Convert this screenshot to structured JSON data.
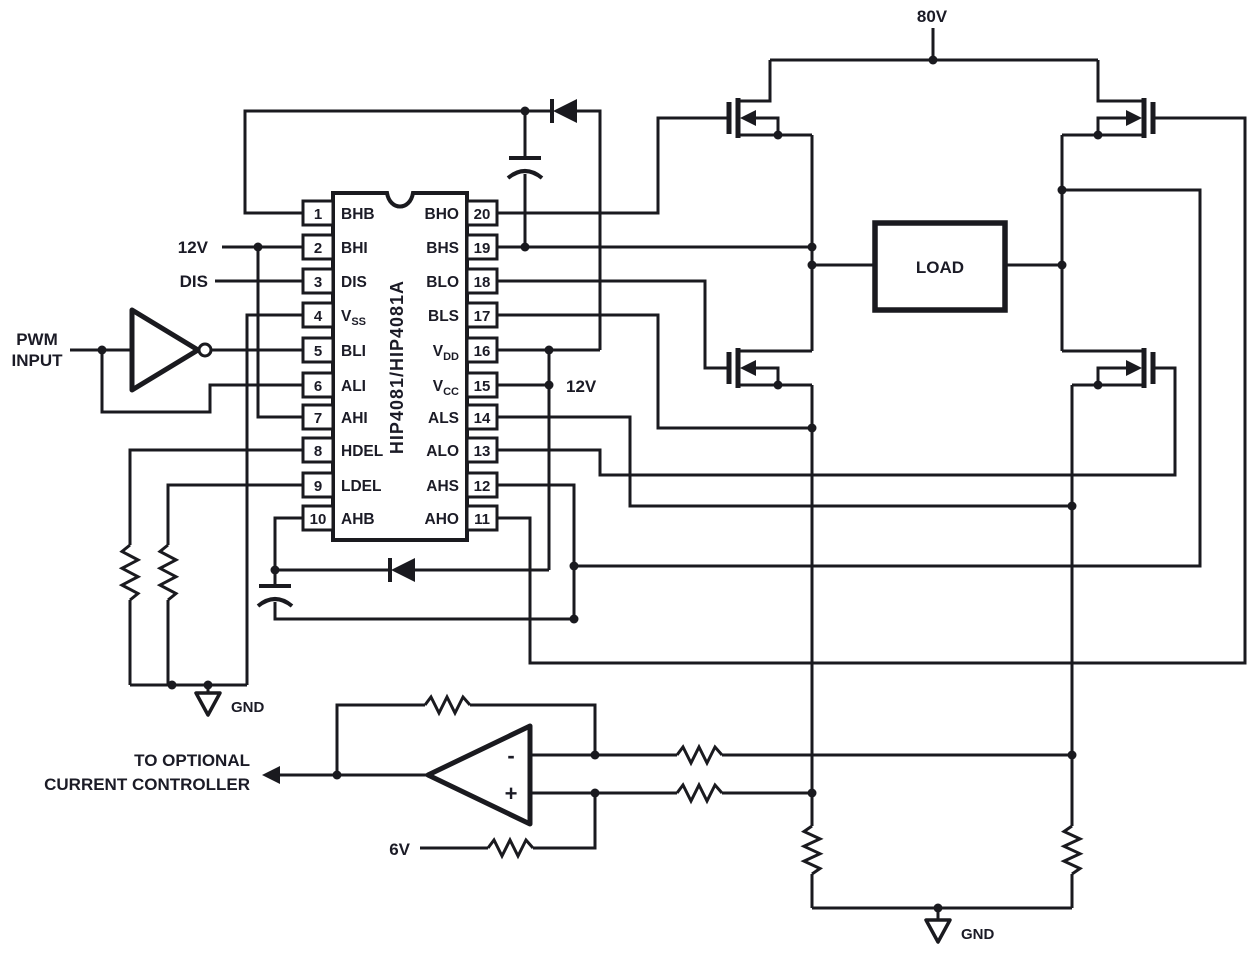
{
  "ic": {
    "name": "HIP4081/HIP4081A",
    "pins_left": [
      {
        "num": "1",
        "name": "BHB"
      },
      {
        "num": "2",
        "name": "BHI"
      },
      {
        "num": "3",
        "name": "DIS"
      },
      {
        "num": "4",
        "name": "V",
        "sub": "SS"
      },
      {
        "num": "5",
        "name": "BLI"
      },
      {
        "num": "6",
        "name": "ALI"
      },
      {
        "num": "7",
        "name": "AHI"
      },
      {
        "num": "8",
        "name": "HDEL"
      },
      {
        "num": "9",
        "name": "LDEL"
      },
      {
        "num": "10",
        "name": "AHB"
      }
    ],
    "pins_right": [
      {
        "num": "20",
        "name": "BHO"
      },
      {
        "num": "19",
        "name": "BHS"
      },
      {
        "num": "18",
        "name": "BLO"
      },
      {
        "num": "17",
        "name": "BLS"
      },
      {
        "num": "16",
        "name": "V",
        "sub": "DD"
      },
      {
        "num": "15",
        "name": "V",
        "sub": "CC"
      },
      {
        "num": "14",
        "name": "ALS"
      },
      {
        "num": "13",
        "name": "ALO"
      },
      {
        "num": "12",
        "name": "AHS"
      },
      {
        "num": "11",
        "name": "AHO"
      }
    ]
  },
  "labels": {
    "supply_hv": "80V",
    "supply_12v_left": "12V",
    "supply_12v_right": "12V",
    "disable": "DIS",
    "pwm_line1": "PWM",
    "pwm_line2": "INPUT",
    "gnd_left": "GND",
    "gnd_right": "GND",
    "load": "LOAD",
    "controller_line1": "TO OPTIONAL",
    "controller_line2": "CURRENT CONTROLLER",
    "bias_6v": "6V",
    "opamp_minus": "-",
    "opamp_plus": "+"
  },
  "colors": {
    "line": "#1a1a1f",
    "text": "#1b1b26",
    "background": "#ffffff"
  }
}
